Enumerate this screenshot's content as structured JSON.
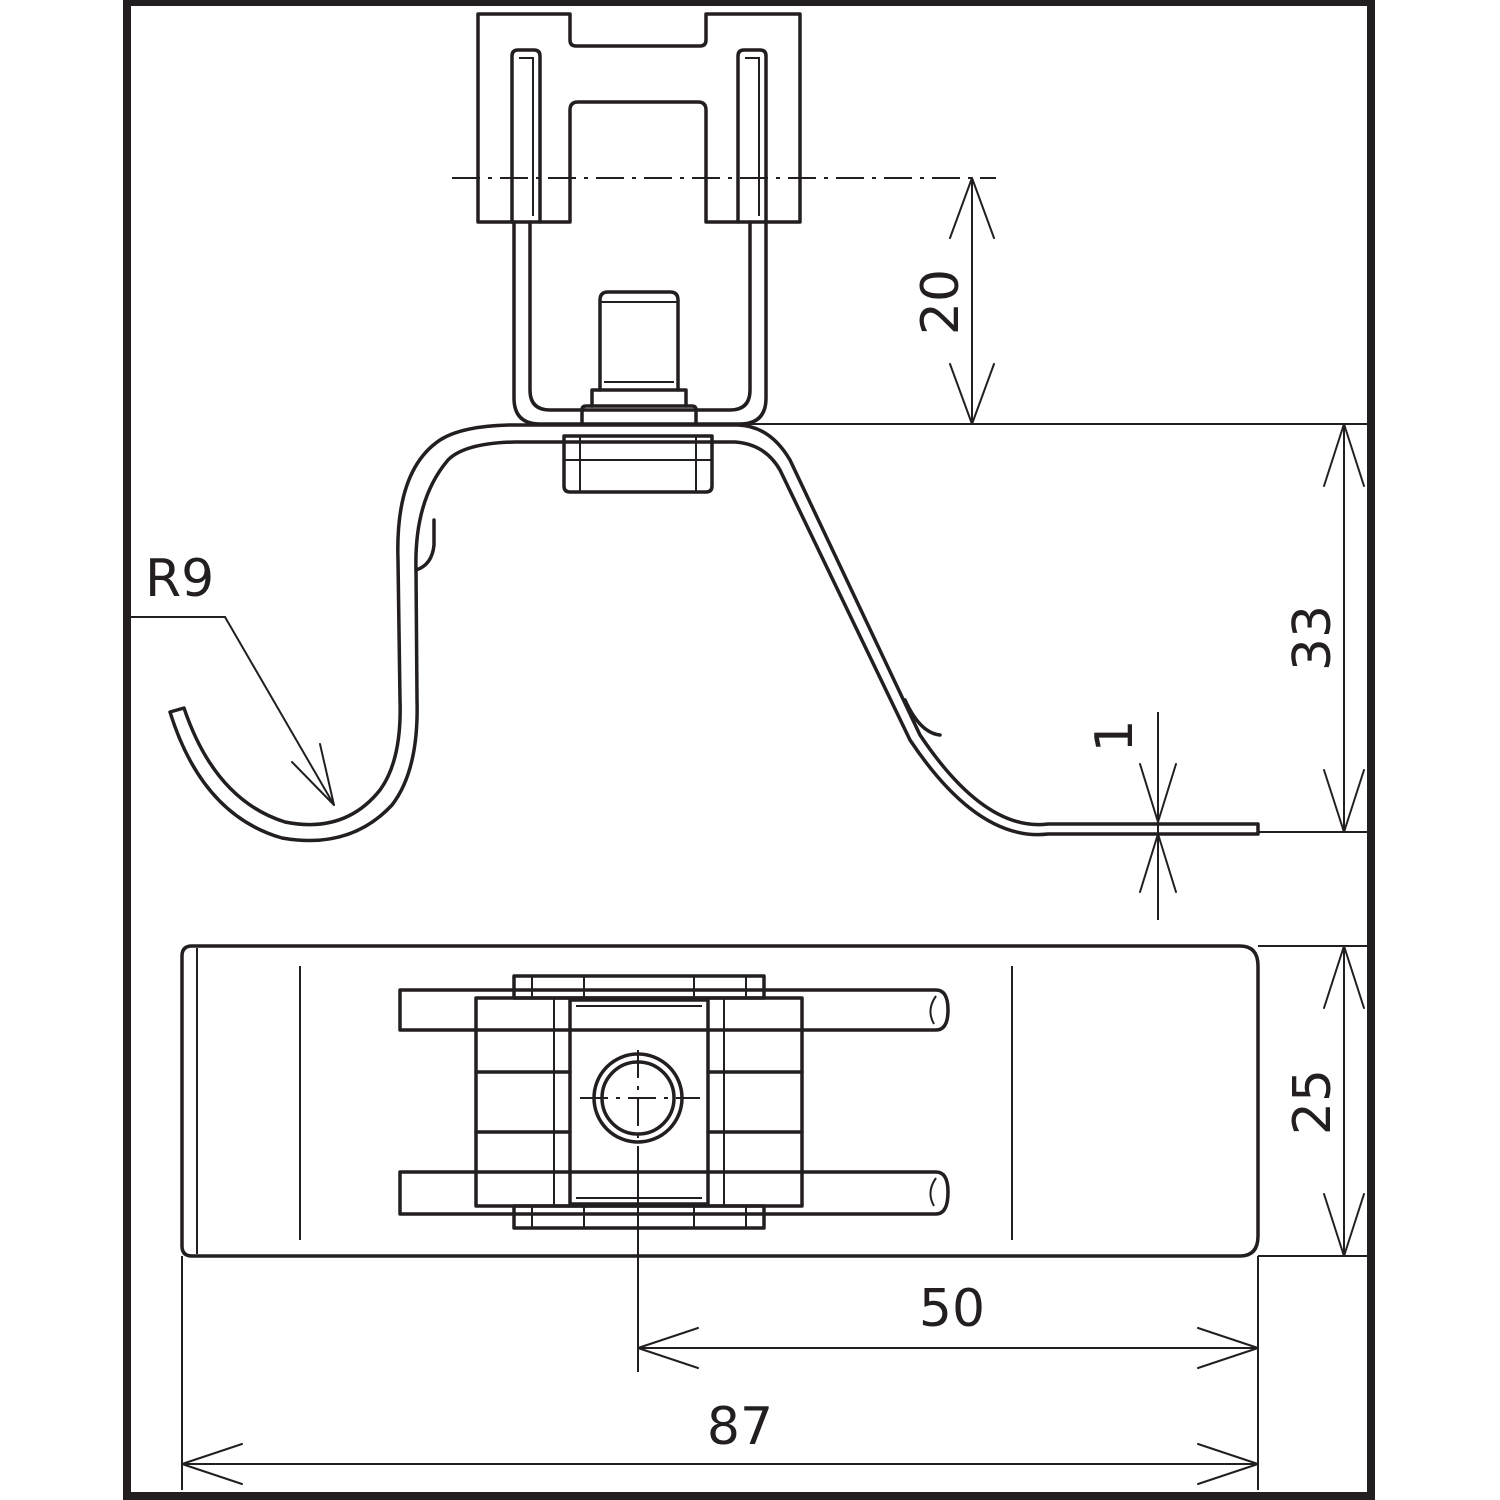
{
  "drawing": {
    "dimensions": {
      "offset_20": "20",
      "height_33": "33",
      "thickness_1": "1",
      "width_25": "25",
      "hole_position_50": "50",
      "length_87": "87",
      "radius_r9": "R9"
    },
    "colors": {
      "line": "#231f20",
      "background": "#ffffff",
      "frame": "#231f20"
    }
  }
}
